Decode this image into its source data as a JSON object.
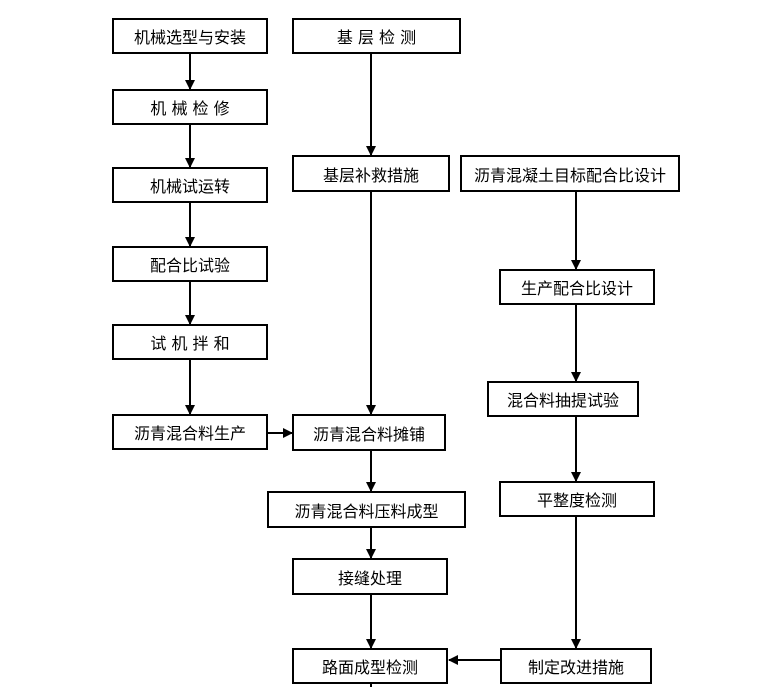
{
  "flowchart": {
    "col1": {
      "machine_selection": "机械选型与安装",
      "machine_maintenance": "机 械 检 修",
      "machine_trial_run": "机械试运转",
      "mix_ratio_test": "配合比试验",
      "trial_mixing": "试 机 拌 和",
      "asphalt_production": "沥青混合料生产"
    },
    "col2": {
      "base_inspection": "基 层 检 测",
      "base_repair": "基层补救措施",
      "asphalt_paving": "沥青混合料摊铺",
      "asphalt_compaction": "沥青混合料压料成型",
      "joint_treatment": "接缝处理",
      "road_inspection": "路面成型检测"
    },
    "col3": {
      "target_mix_design": "沥青混凝土目标配合比设计",
      "production_mix_design": "生产配合比设计",
      "mix_extraction_test": "混合料抽提试验",
      "flatness_inspection": "平整度检测",
      "improvement_measures": "制定改进措施"
    }
  }
}
